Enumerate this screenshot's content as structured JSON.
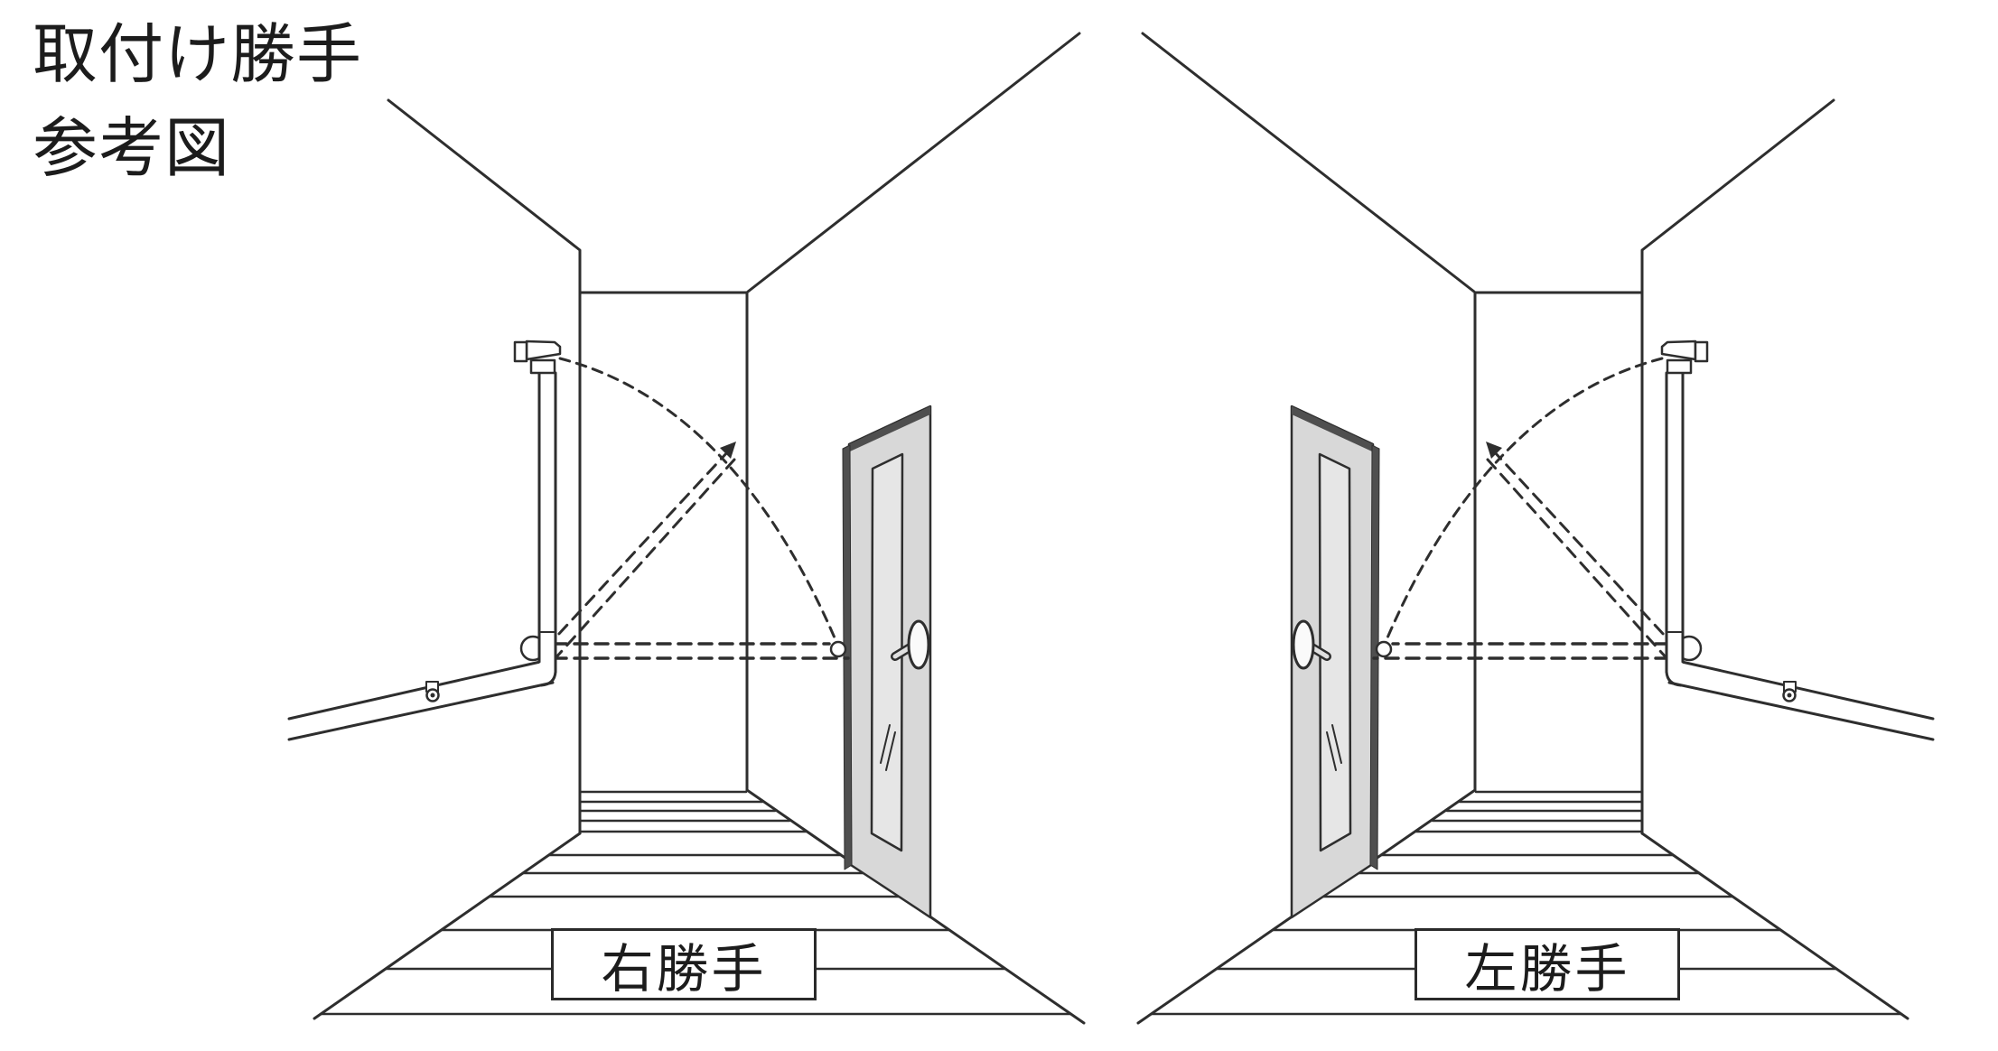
{
  "title": {
    "line1": "取付け勝手",
    "line2": "参考図"
  },
  "panels": {
    "left": {
      "label": "右勝手"
    },
    "right": {
      "label": "左勝手"
    }
  },
  "colors": {
    "line": "#2e2e2e",
    "door_fill": "#d8d8d8",
    "door_glass": "#e6e6e6",
    "door_edge": "#4f4f4f",
    "background": "#ffffff"
  }
}
